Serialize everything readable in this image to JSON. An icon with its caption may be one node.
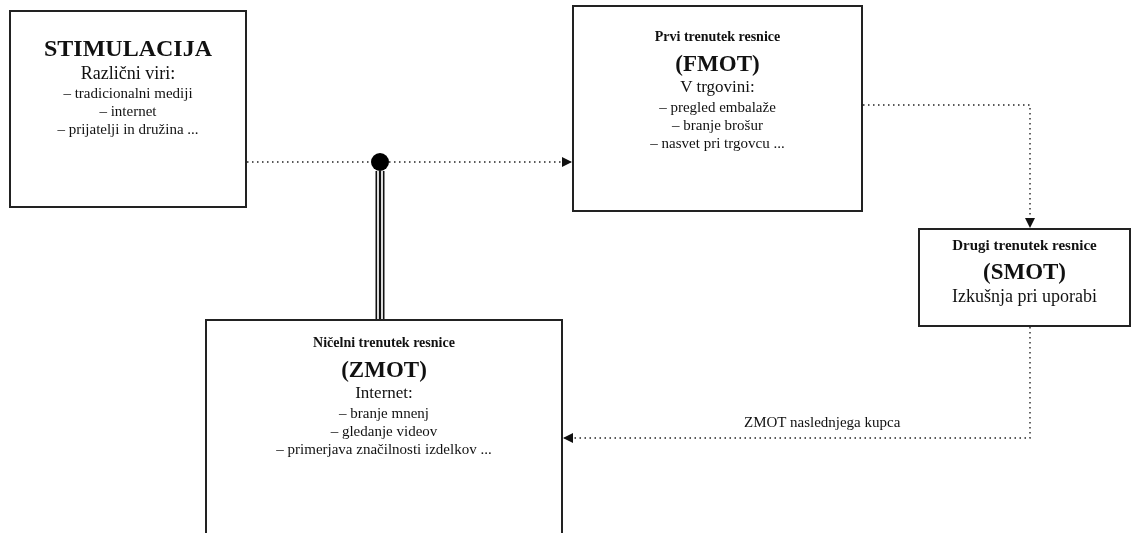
{
  "diagram": {
    "nodes": [
      {
        "text": [
          "STIMULACIJA",
          "Različni viri:",
          "– tradicionalni mediji",
          "– internet",
          "– prijatelji in družina ..."
        ]
      },
      {
        "text": [],
        "shape": "circle"
      },
      {
        "text": [
          "Prvi trenutek resnice",
          "(FMOT)",
          "V trgovini:",
          "– pregled embalaže",
          "– branje brošur",
          "– nasvet pri trgovcu ..."
        ]
      },
      {
        "text": [
          "Drugi trenutek resnice",
          "(SMOT)",
          "Izkušnja pri uporabi"
        ]
      },
      {
        "text": [
          "Ničelni trenutek resnice",
          "(ZMOT)",
          "Internet:",
          "– branje mnenj",
          "– gledanje videov",
          "– primerjava značilnosti izdelkov ..."
        ]
      }
    ],
    "edges": [
      {
        "from": 0,
        "to": 1,
        "arrow": "none",
        "style": "dashed"
      },
      {
        "from": 1,
        "to": 2,
        "arrow": "to",
        "style": "dashed"
      },
      {
        "from": 2,
        "to": 3,
        "arrow": "to",
        "style": "dashed"
      },
      {
        "from": 3,
        "to": 4,
        "arrow": "to",
        "style": "dashed",
        "label": "ZMOT naslednjega kupca"
      },
      {
        "from": 1,
        "to": 4,
        "arrow": "none",
        "style": "thick"
      }
    ]
  }
}
